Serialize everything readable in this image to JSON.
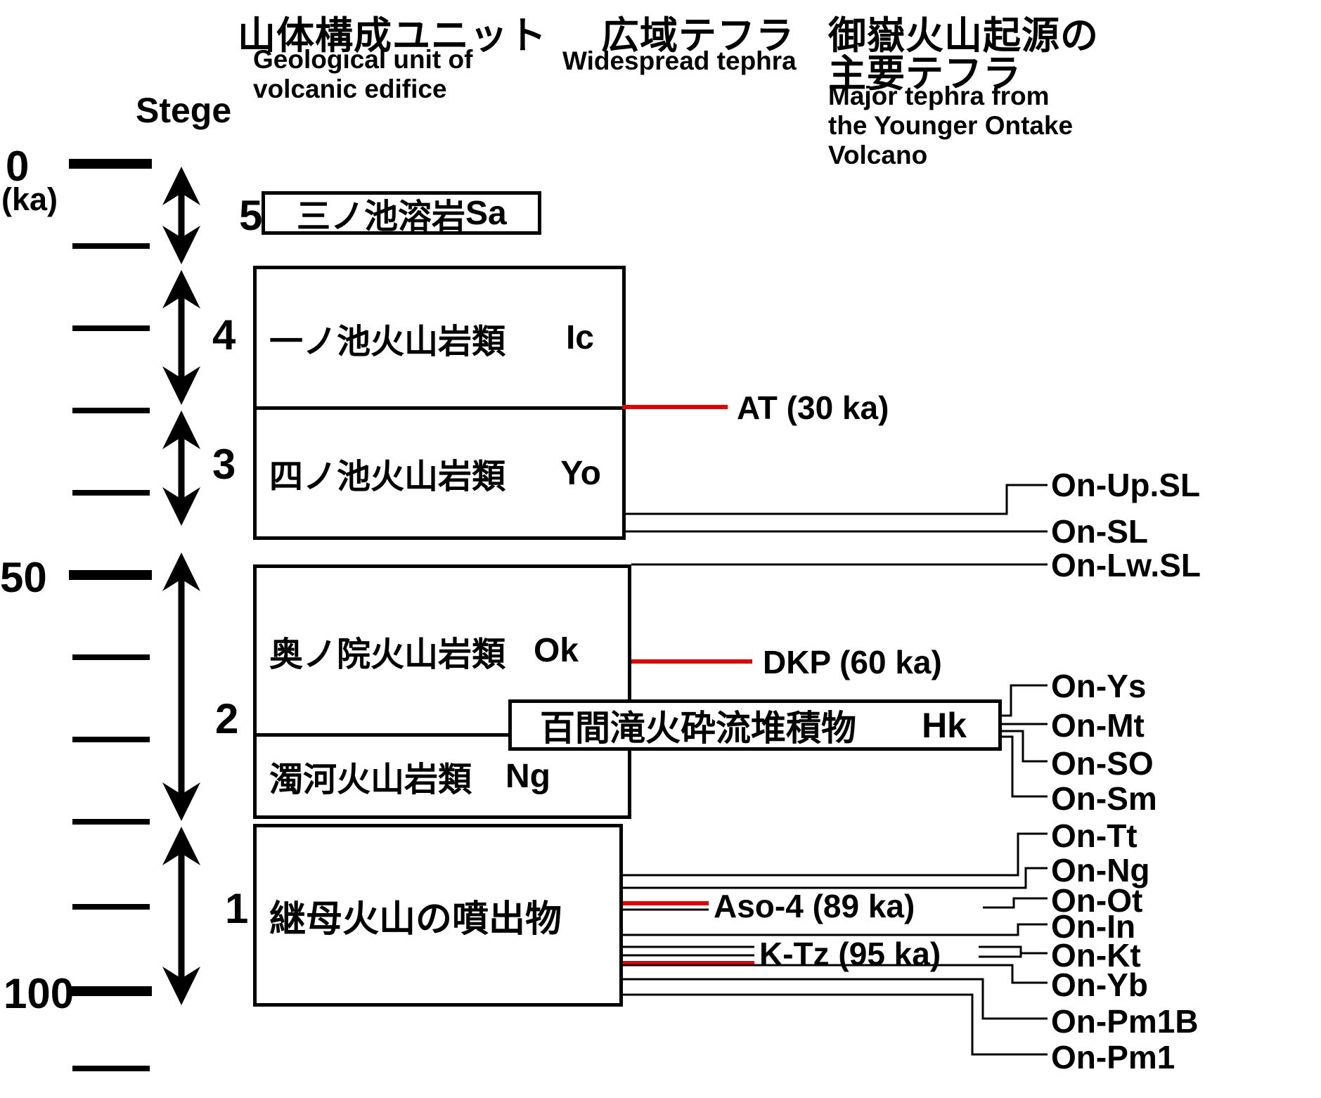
{
  "figure": {
    "axis": {
      "top_label": "0",
      "unit_label": "(ka)",
      "mid_label": "50",
      "bottom_label": "100"
    },
    "stage": {
      "header": "Stege",
      "numbers": [
        "5",
        "4",
        "3",
        "2",
        "1"
      ]
    },
    "columns": {
      "geo_unit": {
        "title_jp": "山体構成ユニット",
        "sub_en1": "Geological unit of",
        "sub_en2": "volcanic edifice"
      },
      "widespread": {
        "title_jp": "広域テフラ",
        "sub_en": "Widespread tephra"
      },
      "ontake": {
        "title_jp1": "御嶽火山起源の",
        "title_jp2": "主要テフラ",
        "sub_en1": "Major tephra from",
        "sub_en2": "the Younger Ontake",
        "sub_en3": "Volcano"
      }
    },
    "units": {
      "sa": {
        "name": "三ノ池溶岩",
        "code": "Sa"
      },
      "ic": {
        "name": "一ノ池火山岩類",
        "code": "Ic"
      },
      "yo": {
        "name": "四ノ池火山岩類",
        "code": "Yo"
      },
      "ok": {
        "name": "奥ノ院火山岩類",
        "code": "Ok"
      },
      "ng": {
        "name": "濁河火山岩類",
        "code": "Ng"
      },
      "hk": {
        "name": "百間滝火砕流堆積物",
        "code": "Hk"
      },
      "mm": {
        "name": "継母火山の噴出物",
        "code": ""
      }
    },
    "widespread_tephra": [
      {
        "label": "AT (30 ka)"
      },
      {
        "label": "DKP (60 ka)"
      },
      {
        "label": "Aso-4 (89 ka)"
      },
      {
        "label": "K-Tz (95 ka)"
      }
    ],
    "ontake_tephra": [
      {
        "label": "On-Up.SL"
      },
      {
        "label": "On-SL"
      },
      {
        "label": "On-Lw.SL"
      },
      {
        "label": "On-Ys"
      },
      {
        "label": "On-Mt"
      },
      {
        "label": "On-SO"
      },
      {
        "label": "On-Sm"
      },
      {
        "label": "On-Tt"
      },
      {
        "label": "On-Ng"
      },
      {
        "label": "On-Ot"
      },
      {
        "label": "On-In"
      },
      {
        "label": "On-Kt"
      },
      {
        "label": "On-Yb"
      },
      {
        "label": "On-Pm1B"
      },
      {
        "label": "On-Pm1"
      }
    ],
    "colors": {
      "ink": "#000000",
      "tephra_line": "#e60000",
      "background": "#ffffff"
    }
  }
}
